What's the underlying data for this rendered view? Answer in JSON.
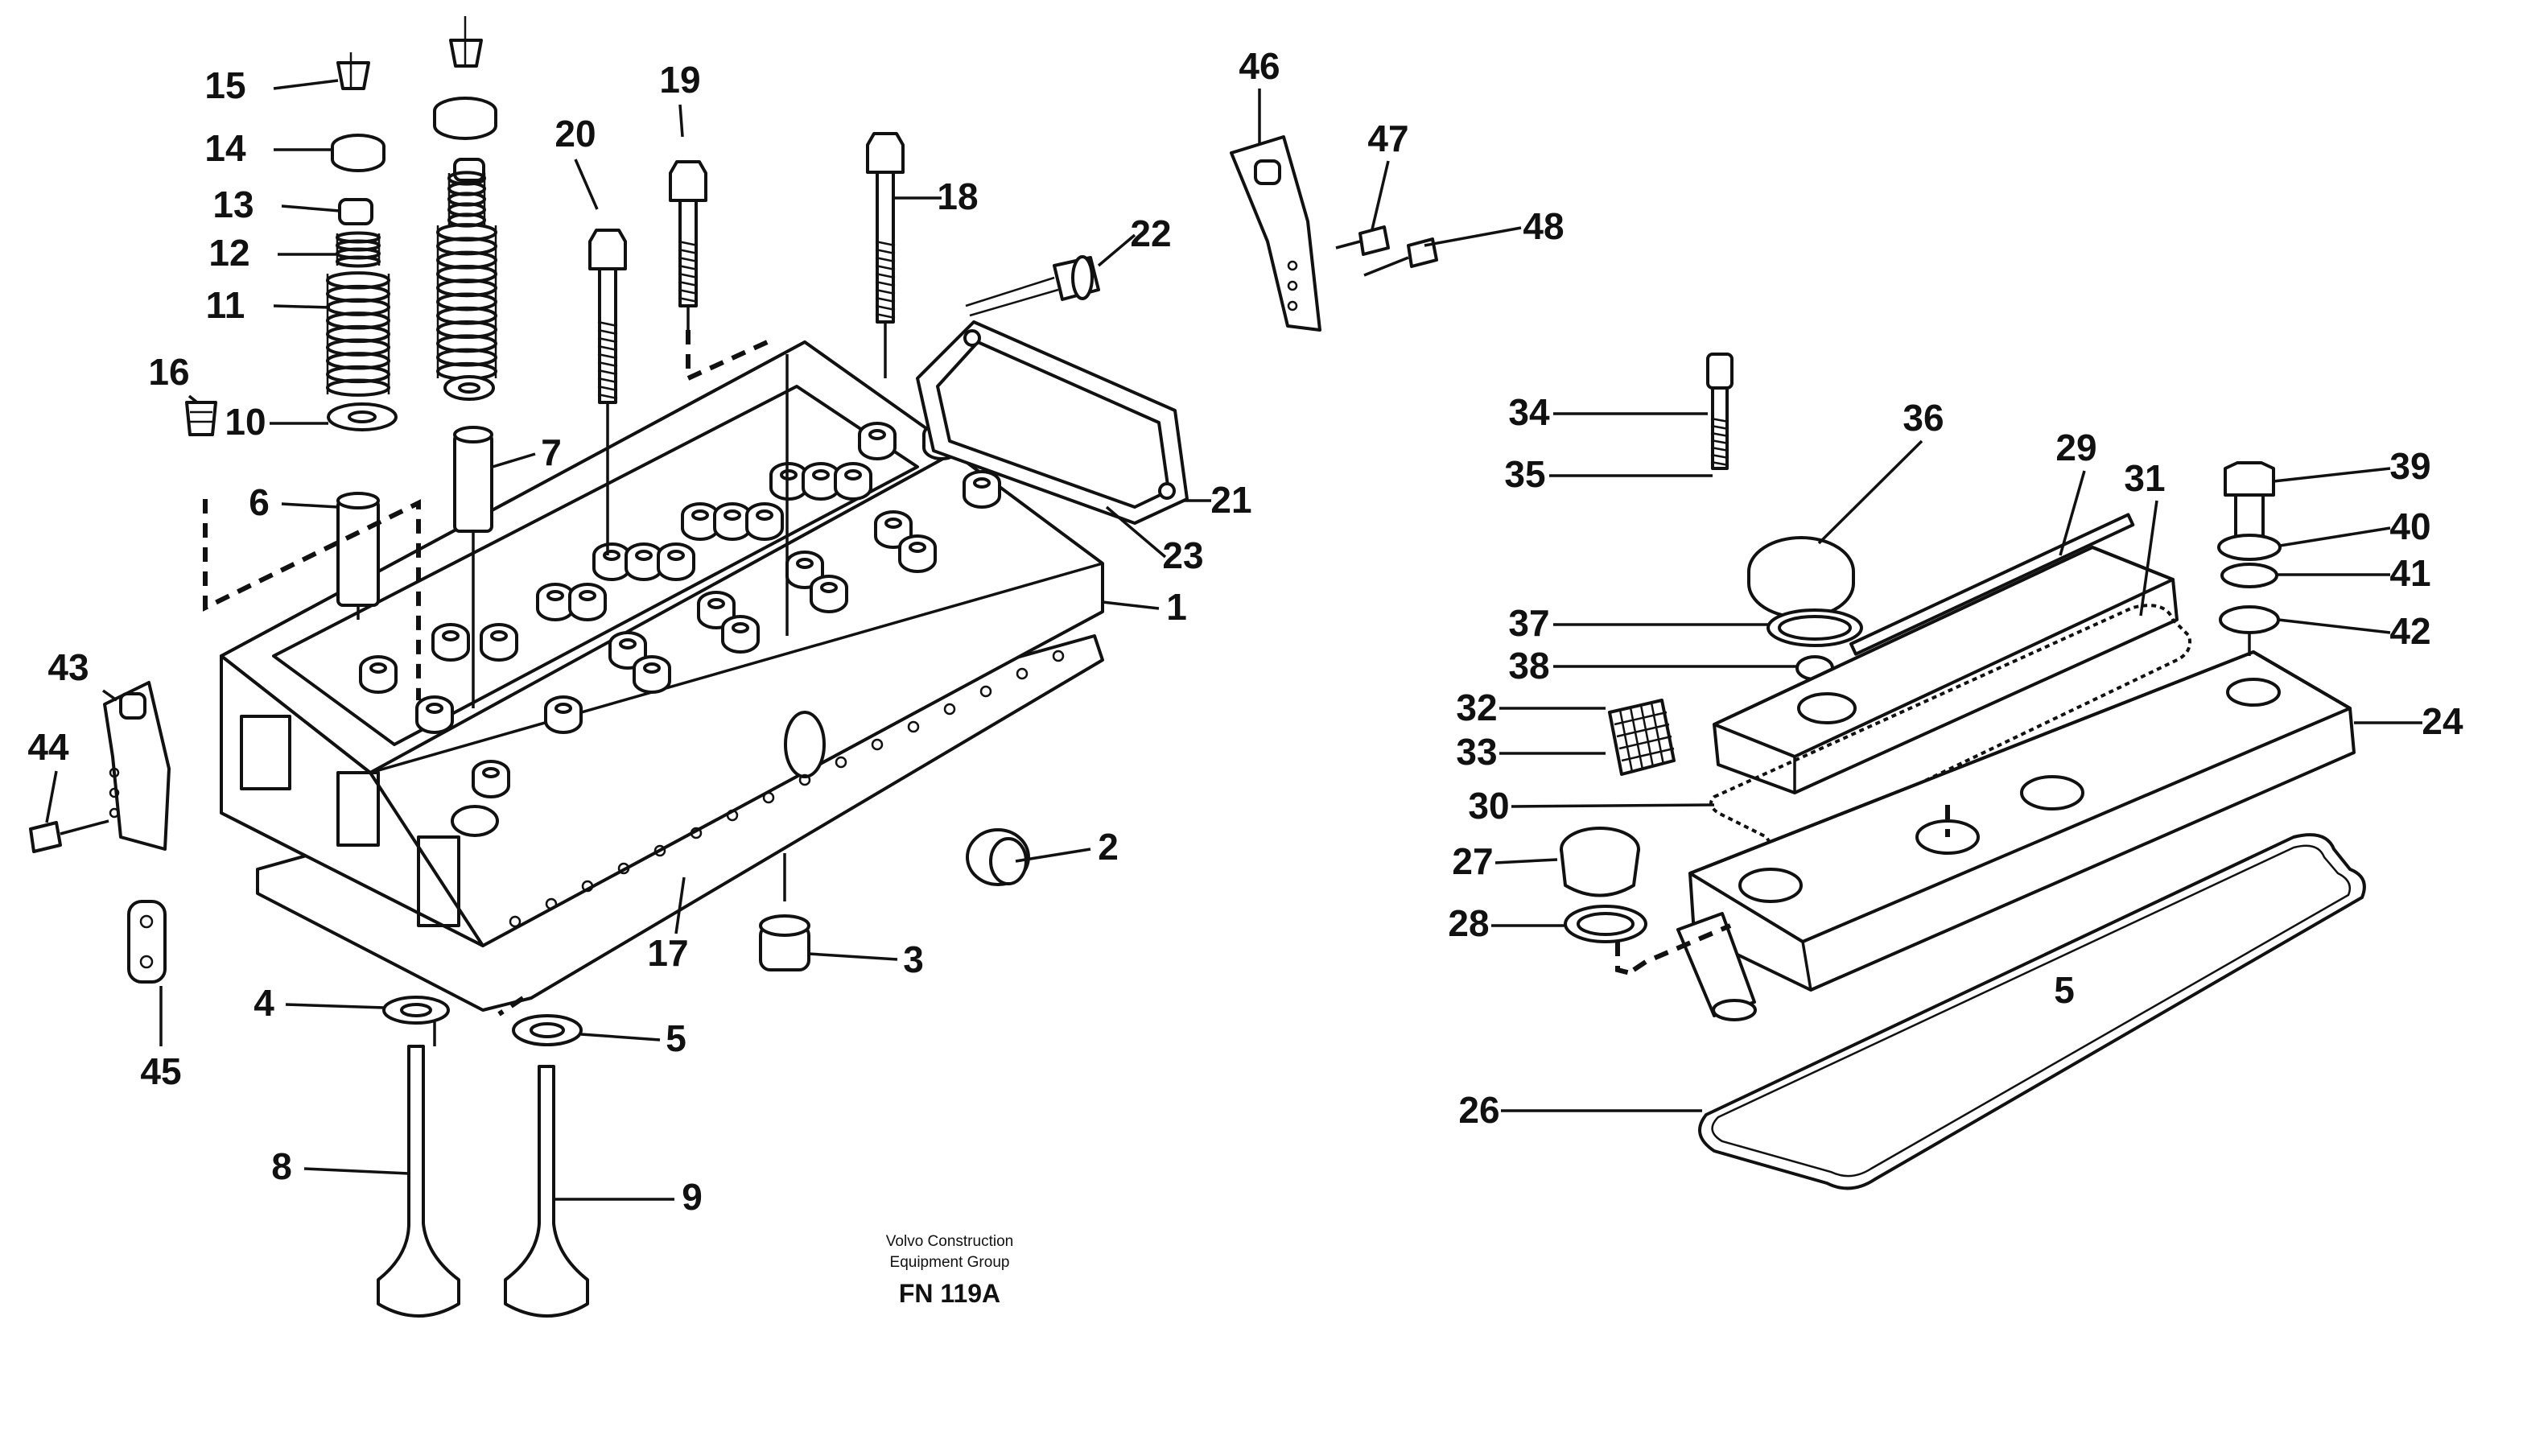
{
  "diagram": {
    "callouts": [
      "1",
      "2",
      "3",
      "4",
      "5",
      "5",
      "6",
      "7",
      "8",
      "9",
      "10",
      "11",
      "12",
      "13",
      "14",
      "15",
      "16",
      "17",
      "18",
      "19",
      "20",
      "21",
      "22",
      "23",
      "24",
      "26",
      "27",
      "28",
      "29",
      "30",
      "31",
      "32",
      "33",
      "34",
      "35",
      "36",
      "37",
      "38",
      "39",
      "40",
      "41",
      "42",
      "43",
      "44",
      "45",
      "46",
      "47",
      "48"
    ]
  },
  "caption": {
    "company_line1": "Volvo Construction",
    "company_line2": "Equipment Group",
    "figure_code": "FN 119A"
  }
}
